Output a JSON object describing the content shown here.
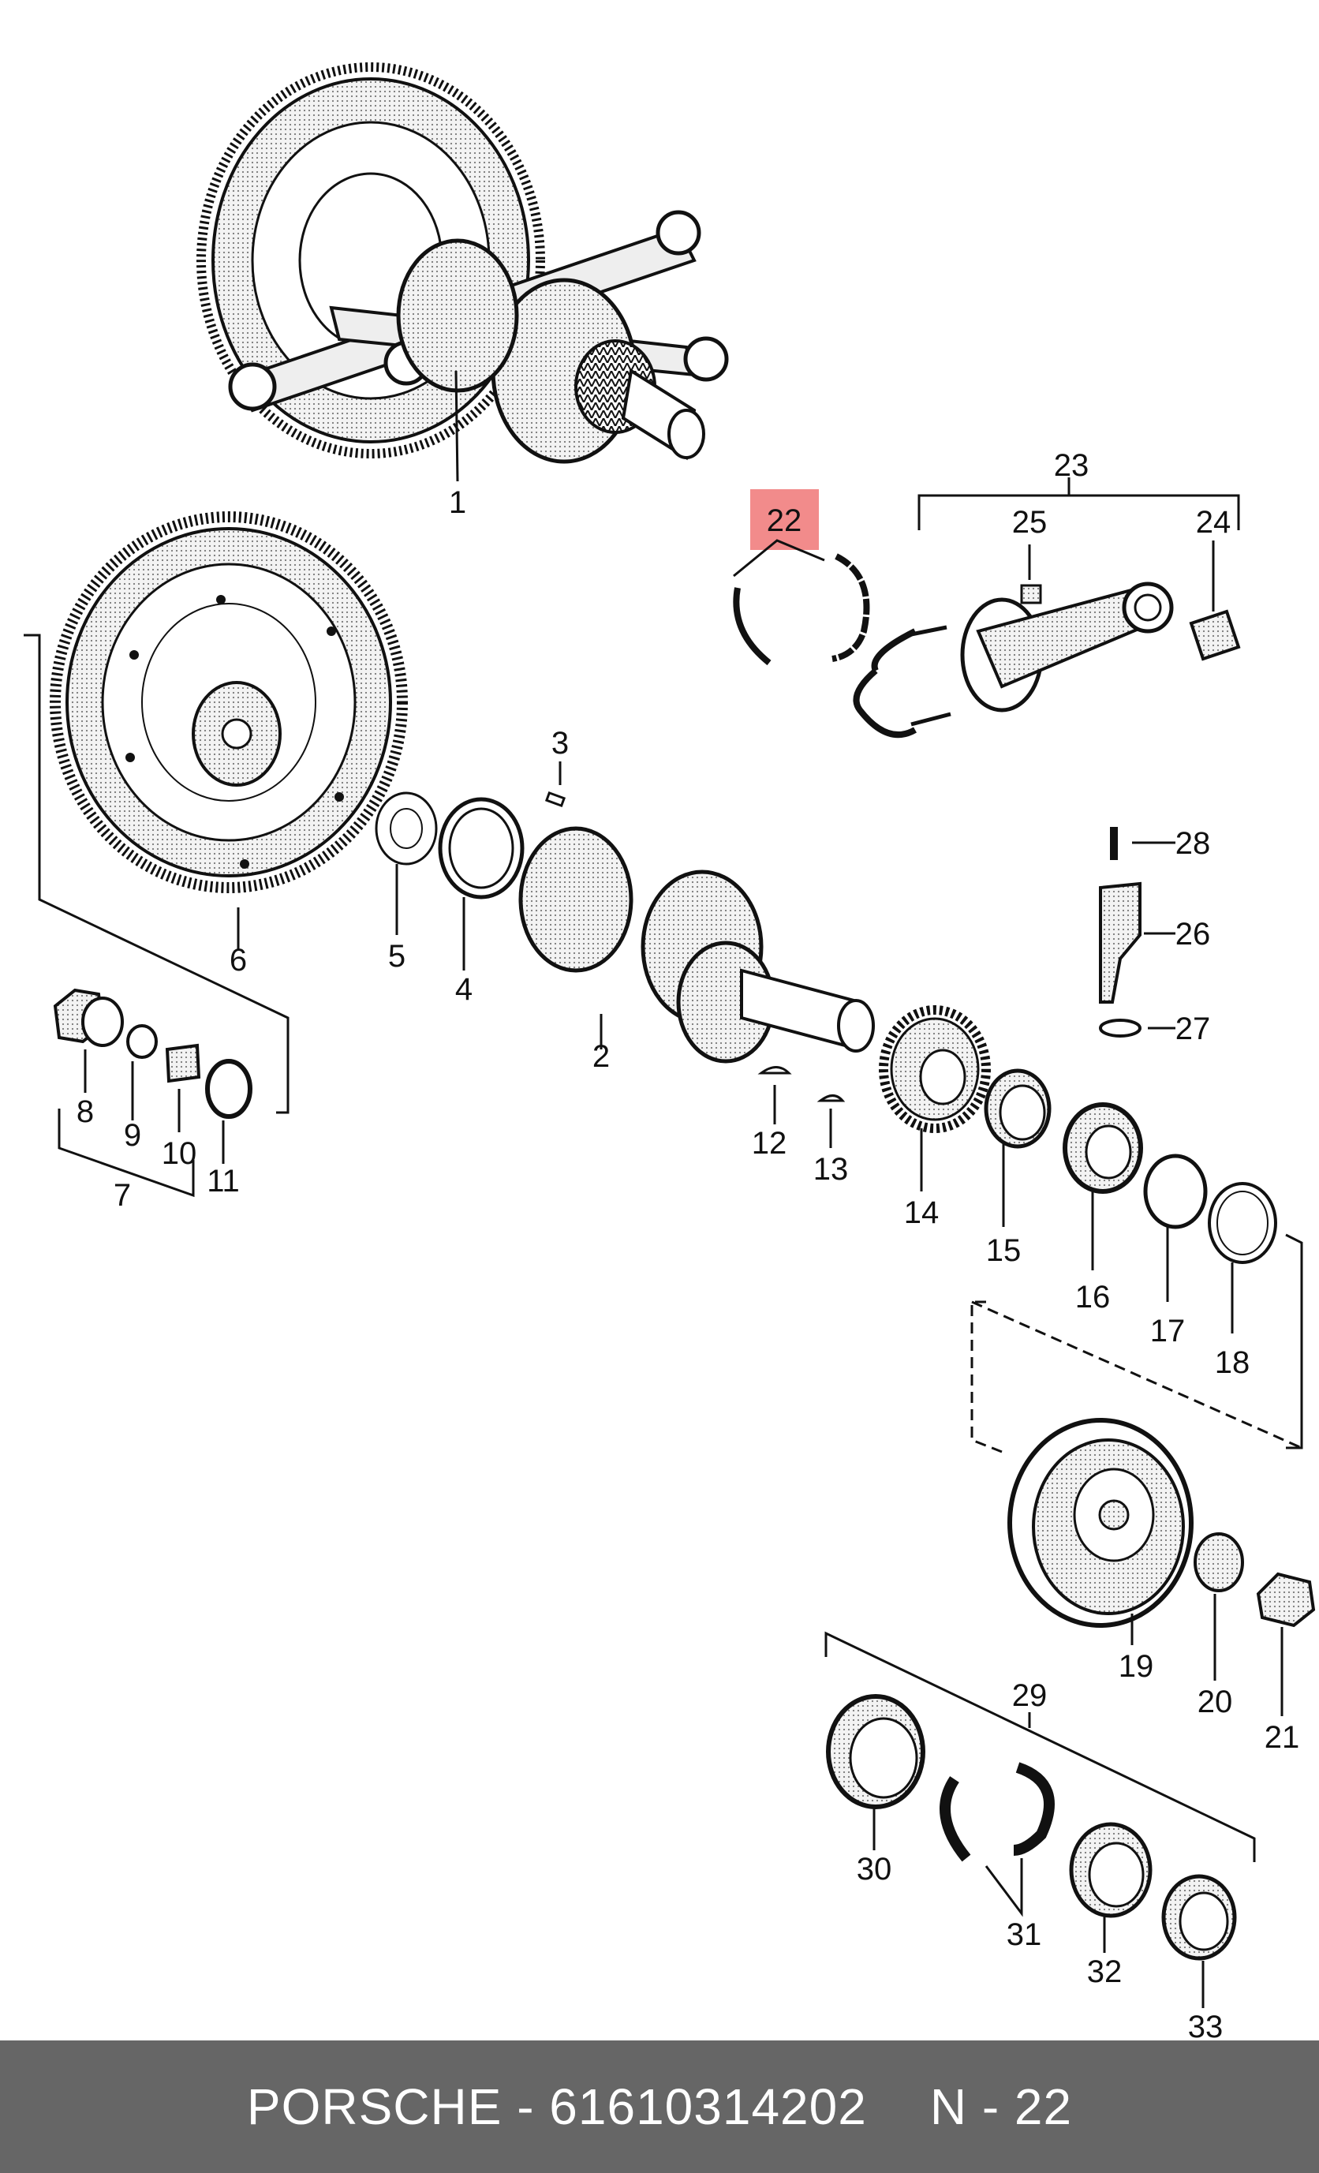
{
  "diagram": {
    "labels": [
      "1",
      "2",
      "3",
      "4",
      "5",
      "6",
      "7",
      "8",
      "9",
      "10",
      "11",
      "12",
      "13",
      "14",
      "15",
      "16",
      "17",
      "18",
      "19",
      "20",
      "21",
      "22",
      "23",
      "24",
      "25",
      "26",
      "27",
      "28",
      "29",
      "30",
      "31",
      "32",
      "33"
    ],
    "highlighted_label": "22",
    "colors": {
      "highlight": "#f28b8b",
      "ink": "#111111",
      "footer_bg": "#666666",
      "footer_text": "#ffffff"
    }
  },
  "footer": {
    "brand_part": "PORSCHE - 61610314202",
    "position": "N - 22"
  }
}
